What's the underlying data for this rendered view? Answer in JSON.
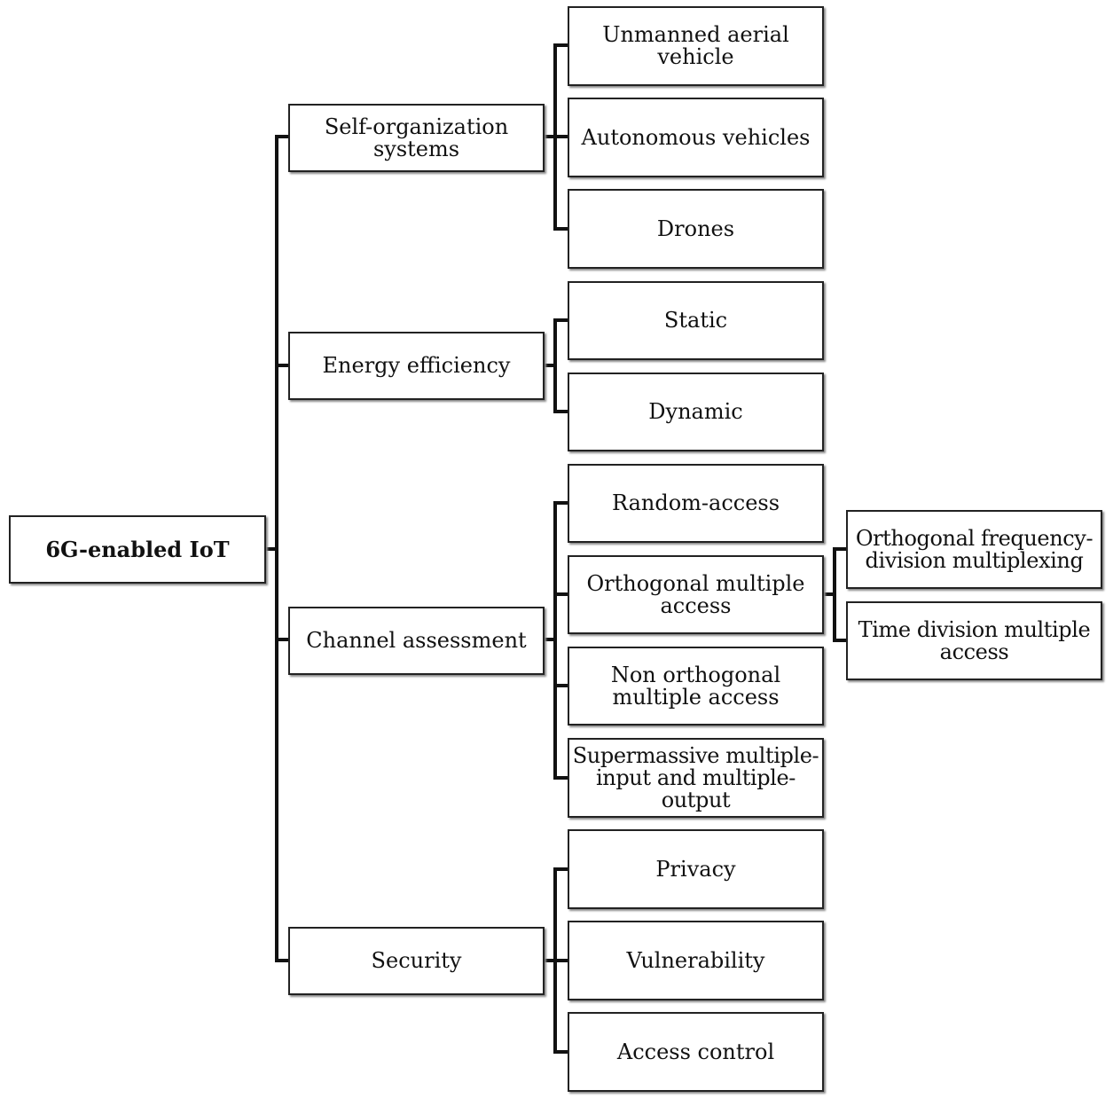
{
  "root": {
    "label": "6G-enabled IoT"
  },
  "categories": [
    {
      "label": "Self-organization\nsystems",
      "children": [
        {
          "label": "Unmanned aerial\nvehicle"
        },
        {
          "label": "Autonomous vehicles"
        },
        {
          "label": "Drones"
        }
      ]
    },
    {
      "label": "Energy efficiency",
      "children": [
        {
          "label": "Static"
        },
        {
          "label": "Dynamic"
        }
      ]
    },
    {
      "label": "Channel assessment",
      "children": [
        {
          "label": "Random-access"
        },
        {
          "label": "Orthogonal multiple\naccess",
          "children": [
            {
              "label": "Orthogonal frequency-\ndivision multiplexing"
            },
            {
              "label": "Time division multiple\naccess"
            }
          ]
        },
        {
          "label": "Non orthogonal\nmultiple access"
        },
        {
          "label": "Supermassive multiple-\ninput and multiple-\noutput"
        }
      ]
    },
    {
      "label": "Security",
      "children": [
        {
          "label": "Privacy"
        },
        {
          "label": "Vulnerability"
        },
        {
          "label": "Access control"
        }
      ]
    }
  ]
}
